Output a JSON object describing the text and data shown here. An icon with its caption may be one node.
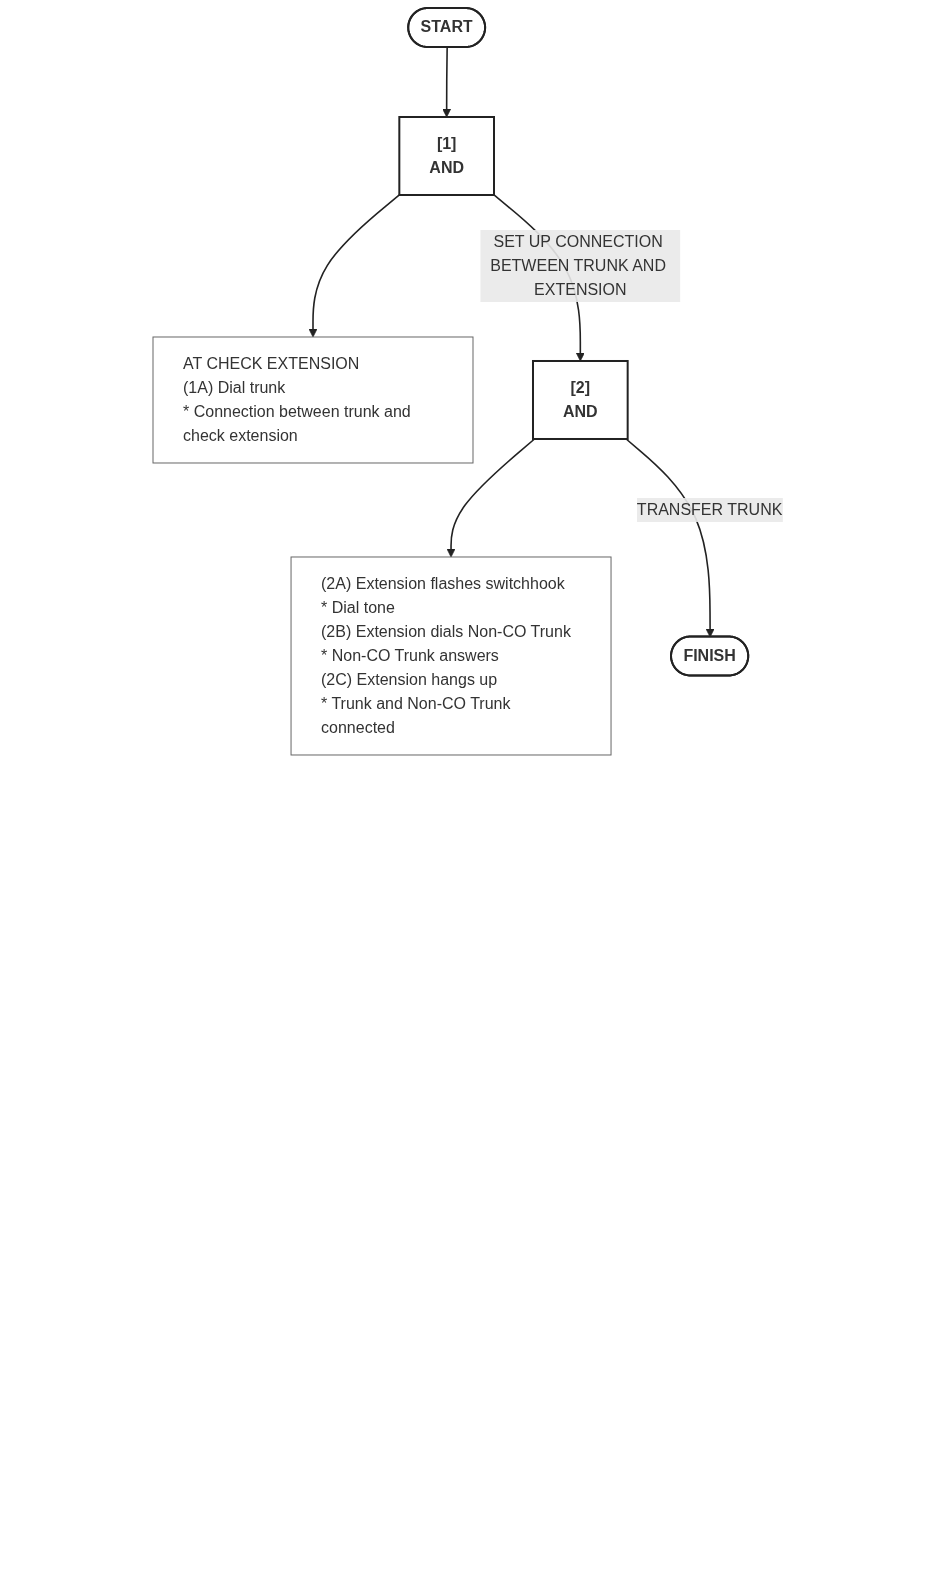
{
  "diagram": {
    "nodes": [
      {
        "text": [
          "START"
        ]
      },
      {
        "text": [
          "[1]",
          "AND"
        ]
      },
      {
        "text": [
          "AT CHECK EXTENSION",
          "(1A) Dial trunk",
          "* Connection between trunk and check extension"
        ]
      },
      {
        "text": [
          "[2]",
          "AND"
        ]
      },
      {
        "text": [
          "(2A) Extension flashes switchhook",
          "* Dial tone",
          "(2B) Extension dials Non-CO Trunk",
          "* Non-CO Trunk answers",
          "(2C) Extension hangs up",
          "* Trunk and Non-CO Trunk connected"
        ]
      },
      {
        "text": [
          "FINISH"
        ]
      }
    ],
    "edges": [
      {
        "from": 0,
        "to": 1,
        "arrow": "to"
      },
      {
        "from": 1,
        "to": 2,
        "arrow": "to"
      },
      {
        "from": 1,
        "to": 3,
        "arrow": "to",
        "label": "SET UP CONNECTION BETWEEN TRUNK AND EXTENSION"
      },
      {
        "from": 3,
        "to": 4,
        "arrow": "to"
      },
      {
        "from": 3,
        "to": 5,
        "arrow": "to",
        "label": "TRANSFER TRUNK"
      }
    ]
  }
}
